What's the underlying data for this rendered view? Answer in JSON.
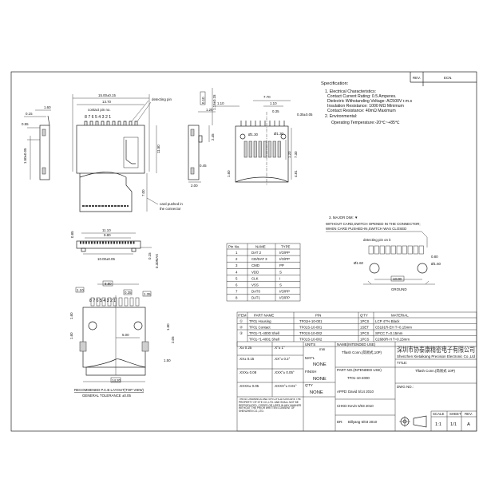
{
  "title_block_header": {
    "rev": "REV.",
    "ecn": "ECN."
  },
  "specification": {
    "heading": "Specification:",
    "lines": [
      "1. Electrical Characteristics:",
      "Contact Current Rating: 0.5 Amperes.",
      "Dielectric Withstanding Voltage: AC500V r.m.s",
      "Insulation Resistance: 1000 MΩ Minimum",
      "Contact Resistance: 40mΩ Maximum",
      "2. Environmental:",
      "Operating  Temperature:-20℃~+85℃"
    ]
  },
  "side_view_left": {
    "dims": [
      "1.60",
      "0.15",
      "0.55",
      "1.50±0.05"
    ]
  },
  "top_view": {
    "dims": [
      "15.00±0.15",
      "13.70",
      "11.50",
      "7.00"
    ],
    "contact_pin_label": "contact pin no.",
    "pin_numbers": "8 7 6 5 4 3 2 1",
    "detecting_pin_label": "detecting pin",
    "card_note": [
      "card pushed in",
      "the connector"
    ]
  },
  "side_view_right": {
    "dims": [
      "0.10",
      "1.15±0.15",
      "2.45",
      "2.00"
    ]
  },
  "bottom_view": {
    "dims": [
      "7.70",
      "1.10",
      "1.10",
      "1.25",
      "0.35",
      "0.35±0.05",
      "Ø1.30",
      "Ø1.30",
      "0.45",
      "1.20",
      "7.30",
      "4.81",
      "1.60"
    ]
  },
  "front_view": {
    "dims": [
      "11.10",
      "9.80",
      "10.00±0.05",
      "0.85",
      "0.15",
      "0.30MAX"
    ]
  },
  "pcb_layout": {
    "dims": [
      "8.80",
      "1.10",
      "0.35",
      "1.35",
      "1.60",
      "1.60",
      "5.00",
      "1.50",
      "2.05",
      "1.50",
      "14.20"
    ],
    "pin_numbers": "8 7 6 5 4 3 2 1",
    "caption": "RECOMMENED P.C.B LAYOUT(TOP VIEW)",
    "tolerance": "GENERAL TOLERANCE ±0.05"
  },
  "pin_table": {
    "headers": [
      "Pin No.",
      "NAME",
      "TYPE"
    ],
    "rows": [
      [
        "1",
        "DAT 2",
        "I/O/PP"
      ],
      [
        "2",
        "CD/DAT 3",
        "I/O/PP"
      ],
      [
        "3",
        "CMD",
        "PP"
      ],
      [
        "4",
        "VDD",
        "S"
      ],
      [
        "5",
        "CLK",
        "I"
      ],
      [
        "6",
        "VSS",
        "S"
      ],
      [
        "7",
        "DAT0",
        "I/O/PP"
      ],
      [
        "8",
        "DAT1",
        "I/O/PP"
      ]
    ]
  },
  "major_dim": {
    "title": "3. MAJOR DIM: ▼",
    "note1": "WITHOUT CARD,SWITCH OPENED IN THE CONNECTOR;",
    "note2": "WHEN CARD PUSHED-IN,SWITCH WAS CLOSED",
    "detect_label": "detecting pin on it",
    "dims": [
      "0.80",
      "Ø1.60",
      "Ø1.60",
      "10.00"
    ],
    "ground": "GROUND"
  },
  "parts_table": {
    "headers": [
      "ITEM",
      "PART NAME",
      "P/N",
      "Q'TY",
      "MATERIAL"
    ],
    "rows": [
      [
        "①",
        "TF01 Housing",
        "TF01H-10-001",
        "1PCS",
        "LCP 47% Black"
      ],
      [
        "②",
        "TF01 Contact",
        "TF01S-10-001",
        "1SET",
        "C5191R-EH T=0.15mm"
      ],
      [
        "③",
        "TF01-*1-4000 Shell",
        "TF01S-10-002",
        "1PCS",
        "SPCC T=0.15mm"
      ],
      [
        "",
        "TF01-*1-4001 Shell",
        "TF01S-10-002",
        "1PCS",
        "C2680R-H T=0.15mm"
      ]
    ]
  },
  "tolerances": [
    [
      ".X± 0.25",
      ".X°± 1°"
    ],
    [
      ".XX± 0.15",
      ".XX°± 0.2°"
    ],
    [
      ".XXX± 0.08",
      ".XXX°± 0.05°"
    ],
    [
      ".XXXX± 0.05",
      ".XXXX°± 0.01°"
    ]
  ],
  "copyright_note": "THESE DRAWINGS AND SPECIFICATIONS ARE THE PROPERTY OF KTE CO.,LTD. AND SHALL NOT BE REPRODUCED, COPIED OR USED IN ANY MANNER WITHOUT THE PRIOR WRITTEN CONSENT OF SHENZHEN CO.,LTD.",
  "title_block": {
    "units_label": "UNITS",
    "units": "mm",
    "matl_label": "MAT'L",
    "matl": "NONE",
    "finish_label": "FINISH",
    "finish": "NONE",
    "qty_label": "Q'TY",
    "qty": "NONE",
    "name_label": "NAME(INTENDED USE)",
    "name": "Tflash Conn.(简易式,10P)",
    "partno_label": "PART NO.(INTENDED USE)",
    "partno": "TF01-10-4000",
    "appd_label": "APPD:",
    "appd": "David  5/14 2010",
    "chkd_label": "CHKD:",
    "chkd": "Kevin 5/03 2010",
    "dr_label": "DR:",
    "dr": "Billyang 5/03 2010",
    "company_cn": "深圳市协泰康精密电子有限公司",
    "company_en": "Shenzhen Xietaikang Precision Electronic Co.,Ltd",
    "title_label": "TITLE:",
    "title": "Tflash Conn.(简易式 10P)",
    "dwg_label": "DWG NO.:",
    "scale_label": "SCALE",
    "scale": "1:1",
    "sheet_label": "SHEET",
    "sheet": "1/1",
    "rev_label": "REV.",
    "rev": "A"
  }
}
